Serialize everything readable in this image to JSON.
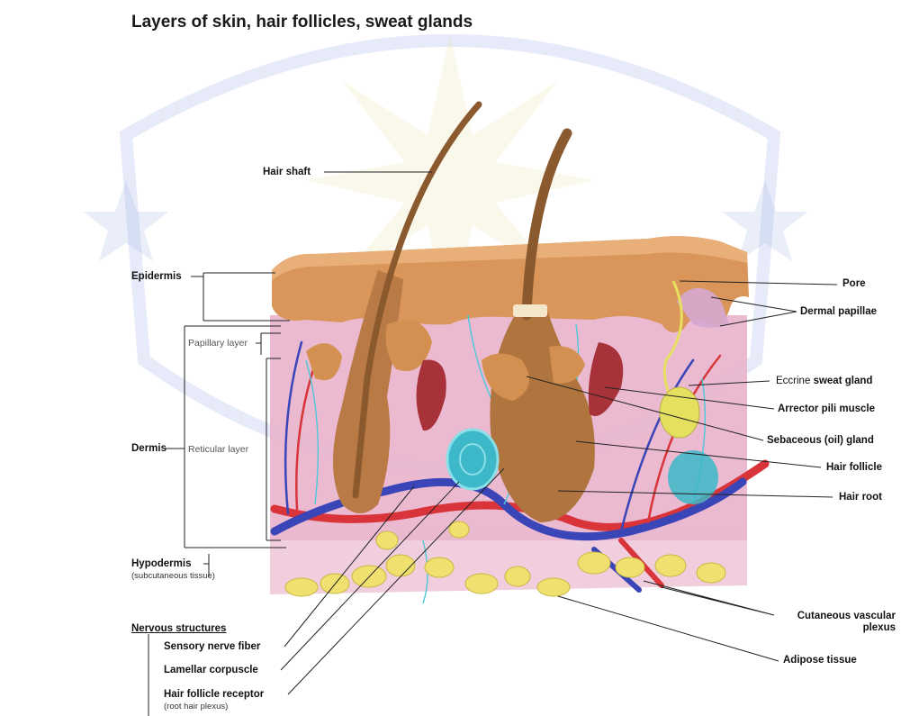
{
  "title": "Layers of skin, hair follicles, sweat glands",
  "labels": {
    "hair_shaft": "Hair shaft",
    "epidermis": "Epidermis",
    "papillary_layer": "Papillary layer",
    "reticular_layer": "Reticular layer",
    "dermis": "Dermis",
    "hypodermis": "Hypodermis",
    "hypodermis_sub": "(subcutaneous tissue)",
    "nervous_structures": "Nervous structures",
    "sensory_nerve_fiber": "Sensory nerve fiber",
    "lamellar_corpuscle": "Lamellar corpuscle",
    "hair_follicle_receptor": "Hair follicle receptor",
    "hair_follicle_receptor_sub": "(root hair plexus)",
    "pore": "Pore",
    "dermal_papillae": "Dermal papillae",
    "eccrine_prefix": "Eccrine",
    "eccrine_bold": "sweat gland",
    "arrector_pili": "Arrector pili muscle",
    "sebaceous": "Sebaceous (oil) gland",
    "hair_follicle": "Hair follicle",
    "hair_root": "Hair root",
    "cutaneous_line1": "Cutaneous vascular",
    "cutaneous_line2": "plexus",
    "adipose": "Adipose tissue"
  },
  "colors": {
    "epidermis": "#d9955a",
    "epidermis_top": "#e8b078",
    "dermis": "#e9b2cc",
    "hair": "#8a5a2e",
    "gland": "#d49050",
    "muscle": "#a8323a",
    "artery": "#d8343a",
    "vein": "#3a45b8",
    "adipose": "#f0e070",
    "nerve": "#4cc8d8",
    "corpuscle": "#3cb8c8",
    "sweat_gland": "#e6e060",
    "watermark": "#a8b8e8"
  }
}
